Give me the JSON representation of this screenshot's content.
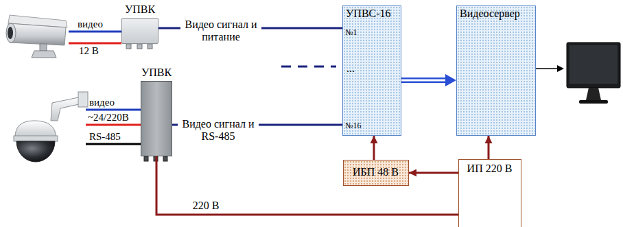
{
  "diagram": {
    "nodes": [
      {
        "text": [
          "УПВК"
        ]
      },
      {
        "text": [
          "УПВС-16",
          "№1",
          "...",
          "№16"
        ]
      },
      {
        "text": [
          "Видеосервер"
        ]
      },
      {
        "text": [
          "УПВК"
        ]
      },
      {
        "text": [
          "ИБП 48 В"
        ]
      },
      {
        "text": [
          "ИП 220 В"
        ]
      }
    ],
    "edges": [
      {
        "from": 0,
        "to": 1,
        "label": "Видео сигнал и питание",
        "arrow": "none"
      },
      {
        "from": 3,
        "to": 1,
        "label": "Видео сигнал и RS-485",
        "arrow": "none"
      },
      {
        "from": 1,
        "to": 2,
        "arrow": "to"
      },
      {
        "from": 4,
        "to": 1,
        "arrow": "to"
      },
      {
        "from": 5,
        "to": 2,
        "arrow": "to"
      },
      {
        "from": 5,
        "to": 4,
        "arrow": "to"
      },
      {
        "from": 5,
        "to": 3,
        "label": "220 В",
        "arrow": "none"
      }
    ],
    "labels": [
      "видео",
      "12 В",
      "видео",
      "~24/220В",
      "RS-485"
    ]
  }
}
